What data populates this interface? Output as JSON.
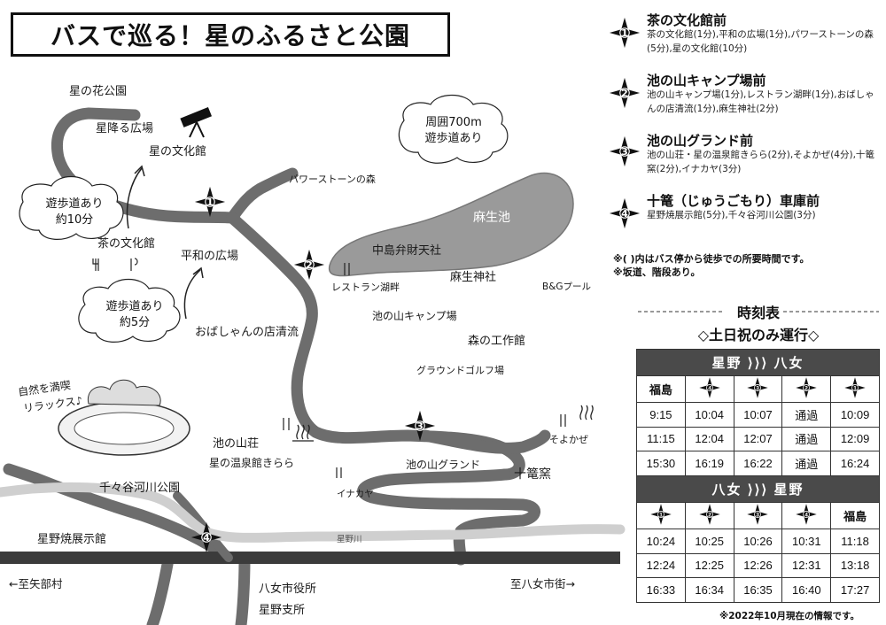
{
  "title": "バスで巡る！星のふるさと公園",
  "map_labels": {
    "hoshi_no_hana_park": "星の花公園",
    "hoshi_furu_square": "星降る広場",
    "hoshi_bunka": "星の文化館",
    "power_stone": "パワーストーンの森",
    "cha_bunka": "茶の文化館",
    "heiwa_square": "平和の広場",
    "obashon": "おばしゃんの店清流",
    "nakajima": "中島弁財天社",
    "asou_pond": "麻生池",
    "asou_shrine": "麻生神社",
    "restaurant": "レストラン湖畔",
    "bg_pool": "B&Gプール",
    "ikenoyama_camp": "池の山キャンプ場",
    "mori_workshop": "森の工作館",
    "ground_golf": "グラウンドゴルフ場",
    "ikenoyama_sou": "池の山荘",
    "hoshino_onsen": "星の温泉館きらら",
    "soyokaze": "そよかぜ",
    "ikenoyama_ground": "池の山グランド",
    "jukkama": "十篭窯",
    "inakaya": "イナカヤ",
    "chijiya_park": "千々谷河川公園",
    "hoshinoyaki": "星野焼展示館",
    "hoshino_river": "星野川",
    "to_yabe": "←至矢部村",
    "to_yame": "至八女市街→",
    "city_office": "八女市役所",
    "branch_office": "星野支所",
    "nature_note_1": "自然を満喫",
    "nature_note_2": "リラックス♪",
    "cloud1_line1": "遊歩道あり",
    "cloud1_line2": "約10分",
    "cloud2_line1": "遊歩道あり",
    "cloud2_line2": "約5分",
    "cloud3_line1": "周囲700m",
    "cloud3_line2": "遊歩道あり"
  },
  "bus_stops": [
    {
      "num": "1",
      "name": "茶の文化館前",
      "desc": "茶の文化館(1分),平和の広場(1分),パワーストーンの森(5分),星の文化館(10分)"
    },
    {
      "num": "2",
      "name": "池の山キャンプ場前",
      "desc": "池の山キャンプ場(1分),レストラン湖畔(1分),おばしゃんの店清流(1分),麻生神社(2分)"
    },
    {
      "num": "3",
      "name": "池の山グランド前",
      "desc": "池の山荘・星の温泉館きらら(2分),そよかぜ(4分),十篭窯(2分),イナカヤ(3分)"
    },
    {
      "num": "4",
      "name": "十篭（じゅうごもり）車庫前",
      "desc": "星野焼展示館(5分),千々谷河川公園(3分)"
    }
  ],
  "notes": {
    "note1": "※( )内はバス停から徒歩での所要時間です。",
    "note2": "※坂道、階段あり。"
  },
  "timetable": {
    "heading": "時刻表",
    "subheading": "◇土日祝のみ運行◇",
    "dir1": {
      "label": "星野 ⟩⟩⟩ 八女",
      "first_header": "福島",
      "stop_order": [
        "4",
        "3",
        "2",
        "1"
      ],
      "rows": [
        [
          "9:15",
          "10:04",
          "10:07",
          "通過",
          "10:09"
        ],
        [
          "11:15",
          "12:04",
          "12:07",
          "通過",
          "12:09"
        ],
        [
          "15:30",
          "16:19",
          "16:22",
          "通過",
          "16:24"
        ]
      ]
    },
    "dir2": {
      "label": "八女 ⟩⟩⟩ 星野",
      "last_header": "福島",
      "stop_order": [
        "1",
        "2",
        "3",
        "4"
      ],
      "rows": [
        [
          "10:24",
          "10:25",
          "10:26",
          "10:31",
          "11:18"
        ],
        [
          "12:24",
          "12:25",
          "12:26",
          "12:31",
          "13:18"
        ],
        [
          "16:33",
          "16:34",
          "16:35",
          "16:40",
          "17:27"
        ]
      ]
    },
    "footnote": "※2022年10月現在の情報です。"
  }
}
